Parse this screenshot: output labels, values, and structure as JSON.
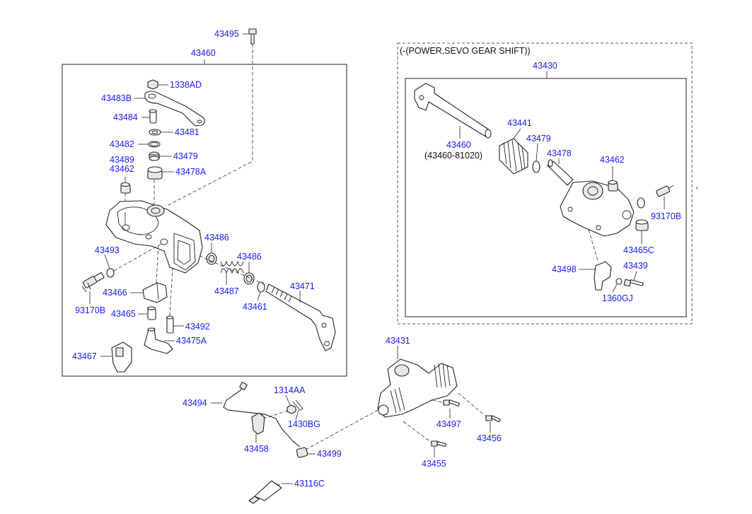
{
  "labels": {
    "p43495": "43495",
    "p43460_top": "43460",
    "p1338AD": "1338AD",
    "p43483B": "43483B",
    "p43484": "43484",
    "p43481": "43481",
    "p43482": "43482",
    "p43479_left": "43479",
    "p43489": "43489",
    "p43462_left": "43462",
    "p43478A": "43478A",
    "p43486_a": "43486",
    "p43486_b": "43486",
    "p43493": "43493",
    "p43487": "43487",
    "p43471": "43471",
    "p93170B_left": "93170B",
    "p43466": "43466",
    "p43461": "43461",
    "p43465": "43465",
    "p43492": "43492",
    "p43475A": "43475A",
    "p43467": "43467",
    "p43430": "43430",
    "p43441": "43441",
    "p43479_right": "43479",
    "p43478": "43478",
    "p43462_right": "43462",
    "p43460_right": "43460",
    "p43460_alt": "(43460-81020)",
    "p93170B_right": "93170B",
    "p43465C": "43465C",
    "p43498": "43498",
    "p43439": "43439",
    "p1360GJ": "1360GJ",
    "p43431": "43431",
    "p1314AA": "1314AA",
    "p43494": "43494",
    "p1430BG": "1430BG",
    "p43497": "43497",
    "p43456": "43456",
    "p43458": "43458",
    "p43499": "43499",
    "p43455": "43455",
    "p43116C": "43116C"
  },
  "option_box": {
    "title": "(-(POWER,SEVO GEAR SHIFT))"
  },
  "colors": {
    "label": "#1a1aff",
    "line": "#222222",
    "background": "#ffffff"
  }
}
